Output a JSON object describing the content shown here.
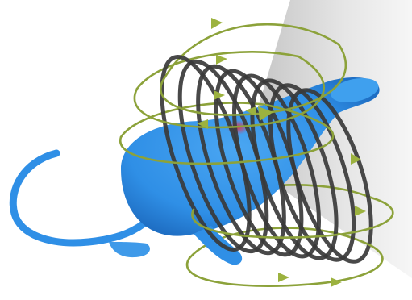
{
  "diagram": {
    "colors": {
      "background": "#ffffff",
      "panel": "#d6d6d6",
      "mouse_body": "#2f8fe6",
      "mouse_shadow": "#1f6fc4",
      "coil": "#3a3a3a",
      "field_line": "#8ca23a",
      "field_arrow": "#9cb23f",
      "hotspot": "#e0304a"
    },
    "elements": {
      "mouse": "blue-mouse",
      "coil": "solenoid-coil",
      "field": "magnetic-field-lines",
      "panel": "gray-panel",
      "hotspot": "red-target-spot"
    },
    "coil_turns": 8
  }
}
